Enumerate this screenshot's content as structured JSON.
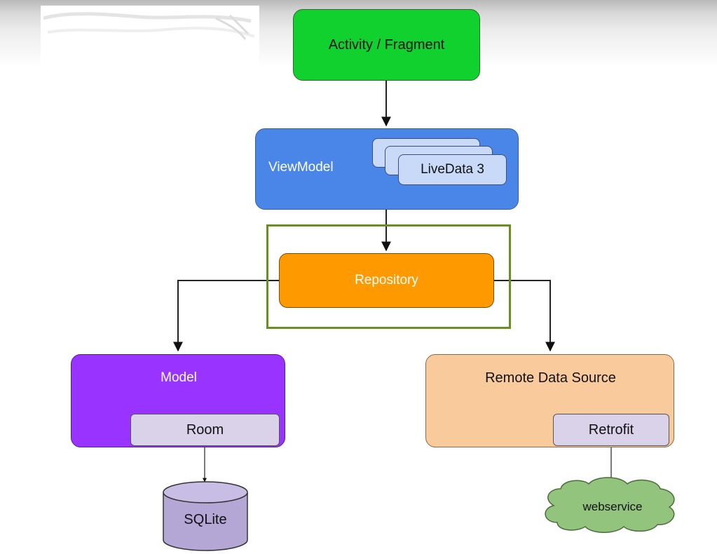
{
  "nodes": {
    "activity": "Activity / Fragment",
    "viewmodel": "ViewModel",
    "livedata": "LiveData 3",
    "repository": "Repository",
    "model": "Model",
    "room": "Room",
    "sqlite": "SQLite",
    "remote": "Remote Data Source",
    "retrofit": "Retrofit",
    "webservice": "webservice"
  },
  "colors": {
    "activity": "#10d12e",
    "viewmodel": "#4a86e8",
    "livedata": "#c9daf8",
    "repository": "#ff9900",
    "repository_frame": "#6b8e23",
    "model": "#9933ff",
    "remote": "#f9cb9c",
    "inner_box": "#d9d2e9",
    "sqlite": "#b4a7d6",
    "webservice": "#93c47d"
  },
  "edges": [
    {
      "from": "activity",
      "to": "viewmodel"
    },
    {
      "from": "viewmodel",
      "to": "repository"
    },
    {
      "from": "repository",
      "to": "model"
    },
    {
      "from": "repository",
      "to": "remote"
    },
    {
      "from": "room",
      "to": "sqlite"
    },
    {
      "from": "retrofit",
      "to": "webservice"
    }
  ]
}
